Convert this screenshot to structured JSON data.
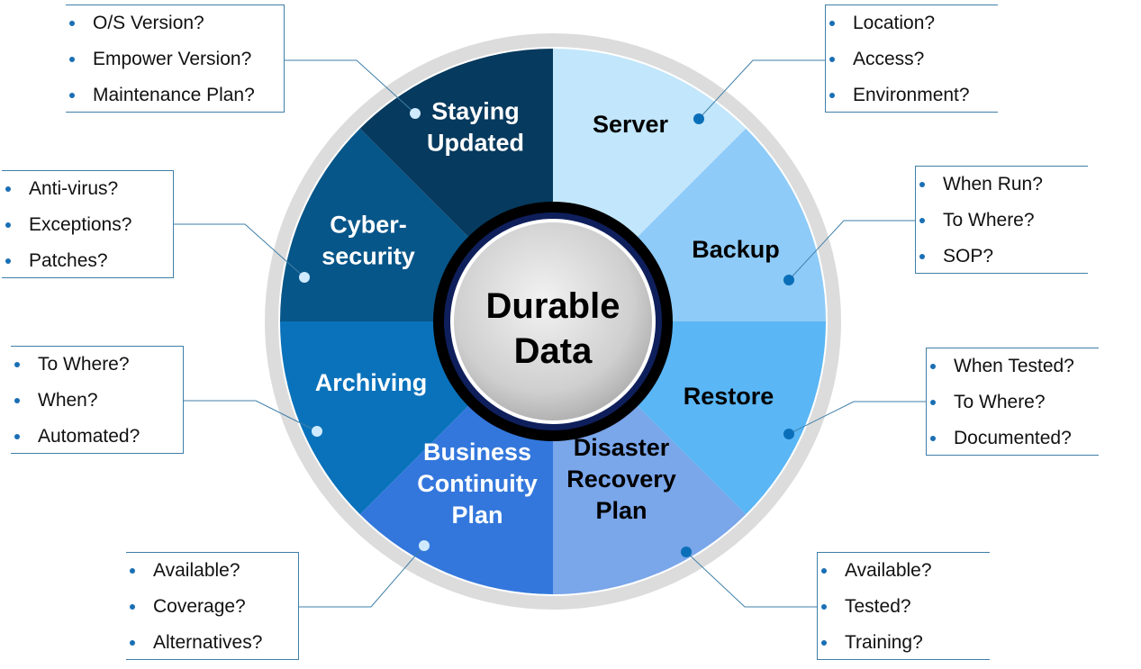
{
  "center": {
    "line1": "Durable",
    "line2": "Data"
  },
  "segments": [
    {
      "id": "server",
      "lines": [
        "Server"
      ],
      "color": "#c2e6fb",
      "text_color": "#000000",
      "questions": [
        "Location?",
        "Access?",
        "Environment?"
      ]
    },
    {
      "id": "backup",
      "lines": [
        "Backup"
      ],
      "color": "#8ecbf8",
      "text_color": "#000000",
      "questions": [
        "When Run?",
        "To Where?",
        "SOP?"
      ]
    },
    {
      "id": "restore",
      "lines": [
        "Restore"
      ],
      "color": "#5ab6f5",
      "text_color": "#000000",
      "questions": [
        "When Tested?",
        "To Where?",
        "Documented?"
      ]
    },
    {
      "id": "disaster-recovery",
      "lines": [
        "Disaster",
        "Recovery",
        "Plan"
      ],
      "color": "#7aa6ea",
      "text_color": "#000000",
      "questions": [
        "Available?",
        "Tested?",
        "Training?"
      ]
    },
    {
      "id": "business-continuity",
      "lines": [
        "Business",
        "Continuity",
        "Plan"
      ],
      "color": "#3377dc",
      "text_color": "#ffffff",
      "questions": [
        "Available?",
        "Coverage?",
        "Alternatives?"
      ]
    },
    {
      "id": "archiving",
      "lines": [
        "Archiving"
      ],
      "color": "#0a72bb",
      "text_color": "#ffffff",
      "questions": [
        "To Where?",
        "When?",
        "Automated?"
      ]
    },
    {
      "id": "cybersecurity",
      "lines": [
        "Cyber-",
        "security"
      ],
      "color": "#075689",
      "text_color": "#ffffff",
      "questions": [
        "Anti-virus?",
        "Exceptions?",
        "Patches?"
      ]
    },
    {
      "id": "staying-updated",
      "lines": [
        "Staying",
        "Updated"
      ],
      "color": "#063a5e",
      "text_color": "#ffffff",
      "questions": [
        "O/S Version?",
        "Empower Version?",
        "Maintenance Plan?"
      ]
    }
  ],
  "colors": {
    "ring": "#dcdcdc",
    "center_outer": "#000000",
    "center_band": "#0e1f5c",
    "connector": "#3f7fa8"
  }
}
